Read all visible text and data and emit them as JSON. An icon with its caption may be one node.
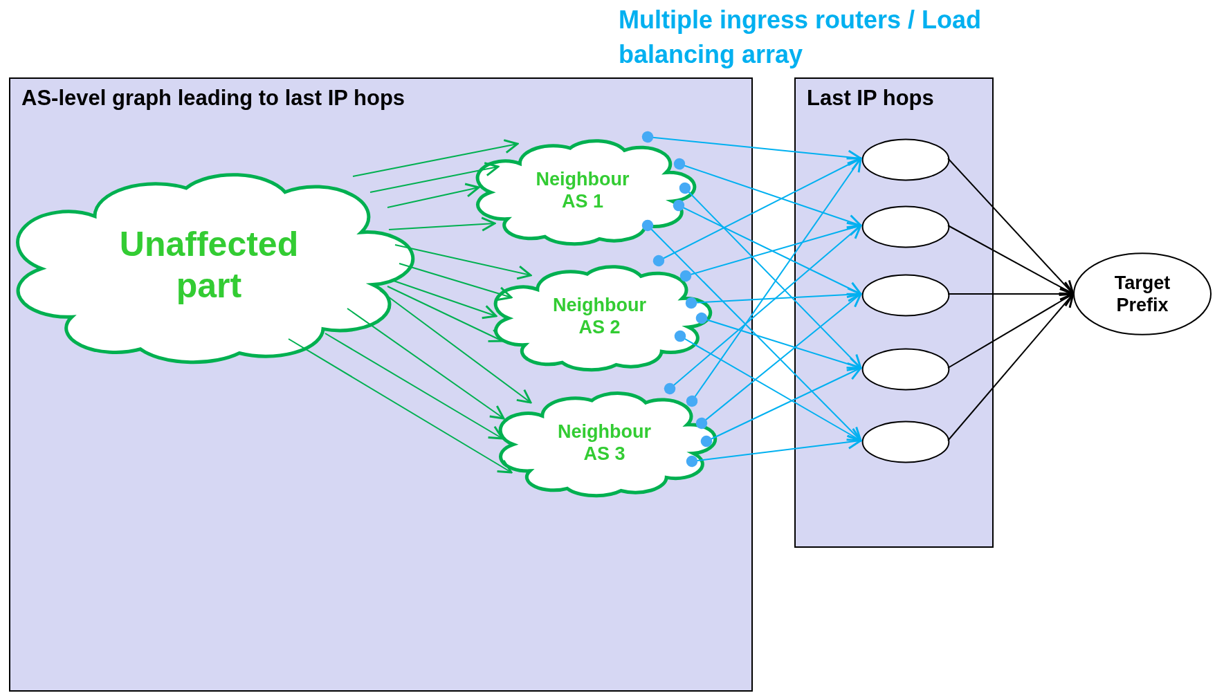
{
  "diagram": {
    "nodes": [
      {
        "text": [
          "AS-level graph leading to last IP hops"
        ]
      },
      {
        "text": [
          "Unaffected part"
        ],
        "in": 0
      },
      {
        "text": [
          "Neighbour AS 1"
        ],
        "in": 0
      },
      {
        "text": [
          "Neighbour AS 2"
        ],
        "in": 0
      },
      {
        "text": [
          "Neighbour AS 3"
        ],
        "in": 0
      },
      {
        "text": [
          "Last IP hops"
        ]
      },
      {
        "text": [],
        "shape": "ellipse",
        "in": 5
      },
      {
        "text": [],
        "shape": "ellipse",
        "in": 5
      },
      {
        "text": [],
        "shape": "ellipse",
        "in": 5
      },
      {
        "text": [],
        "shape": "ellipse",
        "in": 5
      },
      {
        "text": [],
        "shape": "ellipse",
        "in": 5
      },
      {
        "text": [
          "Target Prefix"
        ]
      }
    ],
    "edges": [
      {
        "from": 1,
        "to": 2,
        "arrow": "to",
        "color": "#00b050"
      },
      {
        "from": 1,
        "to": 2,
        "arrow": "to",
        "color": "#00b050"
      },
      {
        "from": 1,
        "to": 2,
        "arrow": "to",
        "color": "#00b050"
      },
      {
        "from": 1,
        "to": 2,
        "arrow": "to",
        "color": "#00b050"
      },
      {
        "from": 1,
        "to": 3,
        "arrow": "to",
        "color": "#00b050"
      },
      {
        "from": 1,
        "to": 3,
        "arrow": "to",
        "color": "#00b050"
      },
      {
        "from": 1,
        "to": 3,
        "arrow": "to",
        "color": "#00b050"
      },
      {
        "from": 1,
        "to": 3,
        "arrow": "to",
        "color": "#00b050"
      },
      {
        "from": 1,
        "to": 4,
        "arrow": "to",
        "color": "#00b050"
      },
      {
        "from": 1,
        "to": 4,
        "arrow": "to",
        "color": "#00b050"
      },
      {
        "from": 1,
        "to": 4,
        "arrow": "to",
        "color": "#00b050"
      },
      {
        "from": 1,
        "to": 4,
        "arrow": "to",
        "color": "#00b050"
      },
      {
        "from": 2,
        "to": 6,
        "arrow": "to"
      },
      {
        "from": 2,
        "to": 7,
        "arrow": "to"
      },
      {
        "from": 2,
        "to": 9,
        "arrow": "to"
      },
      {
        "from": 2,
        "to": 8,
        "arrow": "to"
      },
      {
        "from": 2,
        "to": 10,
        "arrow": "to"
      },
      {
        "from": 3,
        "to": 6,
        "arrow": "to"
      },
      {
        "from": 3,
        "to": 7,
        "arrow": "to"
      },
      {
        "from": 3,
        "to": 8,
        "arrow": "to"
      },
      {
        "from": 3,
        "to": 9,
        "arrow": "to"
      },
      {
        "from": 3,
        "to": 10,
        "arrow": "to"
      },
      {
        "from": 4,
        "to": 7,
        "arrow": "to"
      },
      {
        "from": 4,
        "to": 6,
        "arrow": "to"
      },
      {
        "from": 4,
        "to": 8,
        "arrow": "to"
      },
      {
        "from": 4,
        "to": 9,
        "arrow": "to"
      },
      {
        "from": 4,
        "to": 10,
        "arrow": "to"
      },
      {
        "from": 6,
        "to": 11,
        "arrow": "to",
        "color": "#000000"
      },
      {
        "from": 7,
        "to": 11,
        "arrow": "to",
        "color": "#000000"
      },
      {
        "from": 8,
        "to": 11,
        "arrow": "to",
        "color": "#000000"
      },
      {
        "from": 9,
        "to": 11,
        "arrow": "to",
        "color": "#000000"
      },
      {
        "from": 10,
        "to": 11,
        "arrow": "to",
        "color": "#000000"
      }
    ],
    "labels": [
      "Multiple ingress routers / Load balancing array"
    ]
  }
}
